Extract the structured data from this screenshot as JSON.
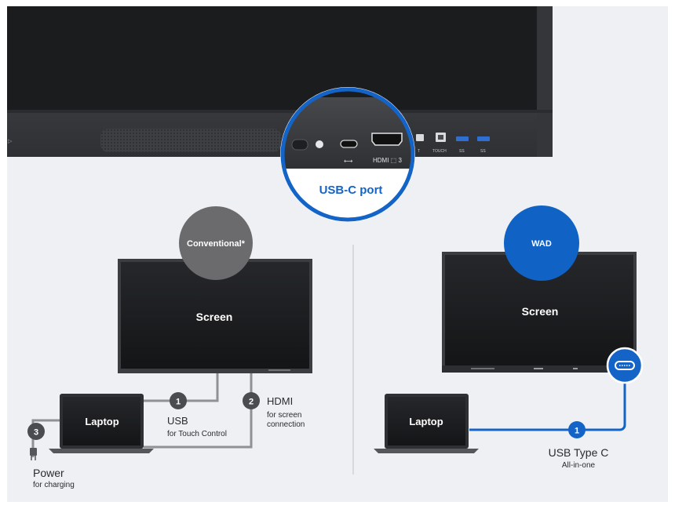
{
  "colors": {
    "background": "#eef0f3",
    "display_dark": "#1b1c1e",
    "bezel": "#3a3c40",
    "cable_gray": "#8f9196",
    "cable_blue": "#1464c8",
    "badge_gray": "#6b6b6e",
    "badge_blue": "#1062c4",
    "text_dark": "#2b2b2e",
    "white": "#ffffff"
  },
  "panel_ports": {
    "usbc_symbol": "⟷",
    "hdmi_label": "HDMI ⬚ 3",
    "touch_label": "TOUCH",
    "usb_label_1": "SS",
    "usb_label_2": "SS",
    "t_label": "T"
  },
  "zoom_callout": {
    "label": "USB-C port"
  },
  "conventional": {
    "badge": "Conventional*",
    "screen_label": "Screen",
    "laptop_label": "Laptop",
    "steps": [
      {
        "number": "1",
        "title": "USB",
        "subtitle": "for Touch Control"
      },
      {
        "number": "2",
        "title": "HDMI",
        "subtitle_line1": "for screen",
        "subtitle_line2": "connection"
      },
      {
        "number": "3",
        "title": "Power",
        "subtitle": "for charging"
      }
    ]
  },
  "wad": {
    "badge": "WAD",
    "screen_label": "Screen",
    "laptop_label": "Laptop",
    "step": {
      "number": "1",
      "title": "USB Type C",
      "subtitle": "All-in-one"
    }
  }
}
